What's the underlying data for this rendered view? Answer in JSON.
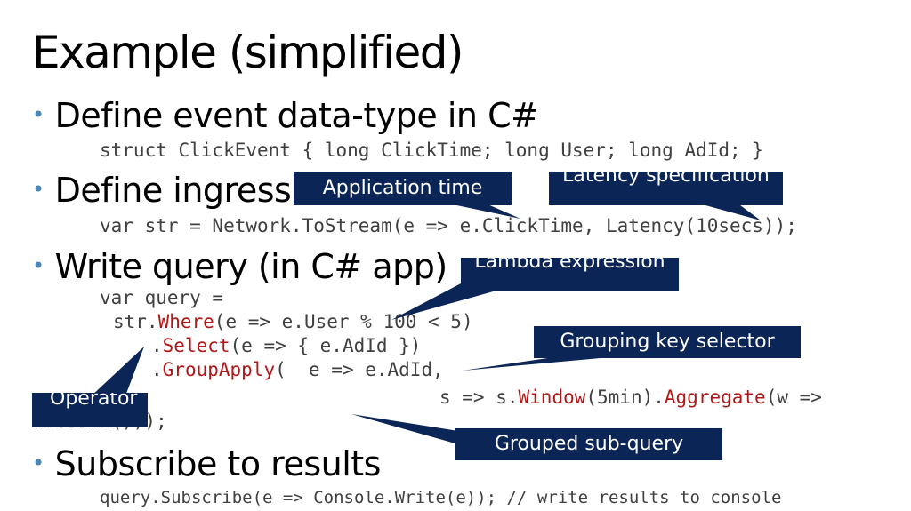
{
  "slide": {
    "title": "Example (simplified)",
    "bullets": [
      "Define event data-type in C#",
      "Define ingress",
      "Write query (in C# app)",
      "Subscribe to results"
    ],
    "bullet_symbol": "•",
    "code": {
      "struct_line": "struct ClickEvent { long ClickTime; long User; long AdId; }",
      "ingress_line": "var str = Network.ToStream(e => e.ClickTime, Latency(10secs));",
      "query_line1": "var query =",
      "query_line2_a": "str.",
      "query_line2_kw": "Where",
      "query_line2_b": "(e => e.User % 100 < 5)",
      "query_line3_a": ".",
      "query_line3_kw": "Select",
      "query_line3_b": "(e => { e.AdId })",
      "query_line4_a": ".",
      "query_line4_kw": "GroupApply",
      "query_line4_b": "(  e => e.AdId,",
      "query_line5_a": "s => s.",
      "query_line5_kw1": "Window",
      "query_line5_b": "(5min).",
      "query_line5_kw2": "Aggregate",
      "query_line5_c": "(w =>",
      "query_line6": "w.Count()));",
      "subscribe_line": "query.Subscribe(e => Console.Write(e)); // write results to console"
    },
    "callouts": {
      "application_time": "Application time",
      "latency_spec": "Latency specification",
      "lambda_expression": "Lambda expression",
      "grouping_key": "Grouping key selector",
      "operator": "Operator",
      "grouped_subquery": "Grouped sub-query"
    },
    "colors": {
      "callout_bg": "#0b2556",
      "keyword": "#b01818",
      "bullet": "#4a86b8",
      "code": "#404040"
    }
  }
}
